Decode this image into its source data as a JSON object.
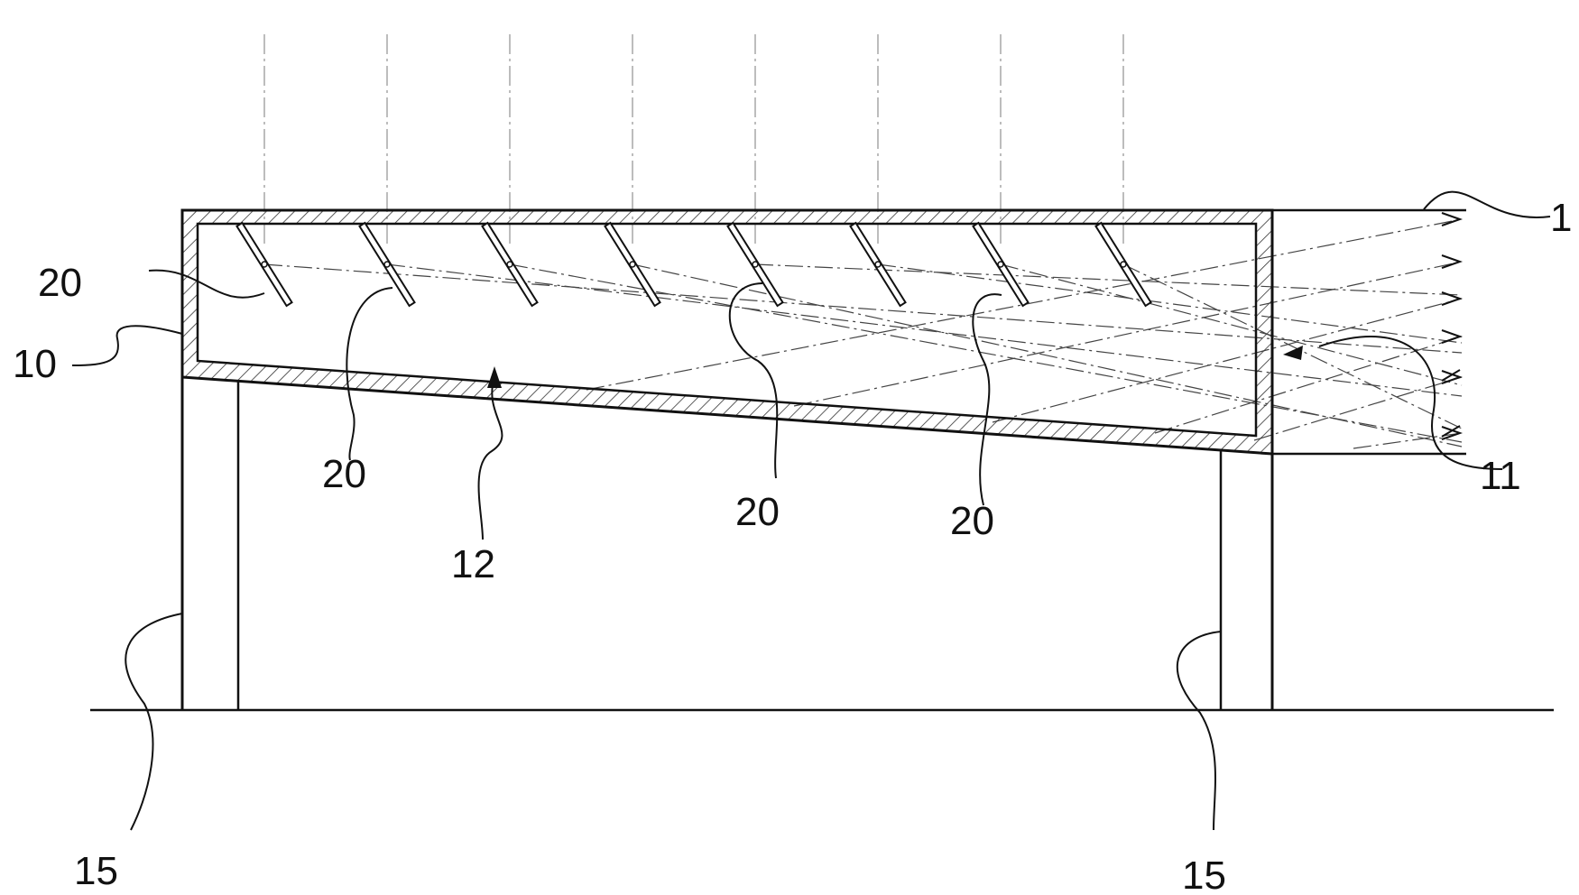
{
  "labels": {
    "system": "1",
    "body": "10",
    "light_window": "11",
    "reflective_bottom": "12",
    "support": "15",
    "mirror": "20"
  },
  "mirror_count": 8,
  "light_ray_count": 6,
  "colors": {
    "ink": "#111111",
    "hatch": "#333333",
    "ray": "#444444",
    "paper": "#ffffff"
  }
}
